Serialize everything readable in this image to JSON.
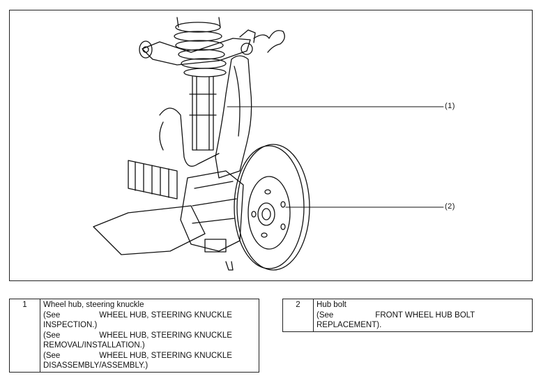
{
  "callouts": [
    {
      "id": "1",
      "label": "(1)"
    },
    {
      "id": "2",
      "label": "(2)"
    }
  ],
  "legend_left": {
    "number": "1",
    "title": "Wheel hub, steering knuckle",
    "refs": [
      {
        "see": "(See",
        "title": "WHEEL HUB, STEERING KNUCKLE",
        "cont": "INSPECTION.)"
      },
      {
        "see": "(See",
        "title": "WHEEL HUB, STEERING KNUCKLE",
        "cont": "REMOVAL/INSTALLATION.)"
      },
      {
        "see": "(See",
        "title": "WHEEL HUB, STEERING KNUCKLE",
        "cont": "DISASSEMBLY/ASSEMBLY.)"
      }
    ]
  },
  "legend_right": {
    "number": "2",
    "title": "Hub bolt",
    "refs": [
      {
        "see": "(See",
        "title": "FRONT WHEEL HUB BOLT",
        "cont": "REPLACEMENT)."
      }
    ]
  }
}
